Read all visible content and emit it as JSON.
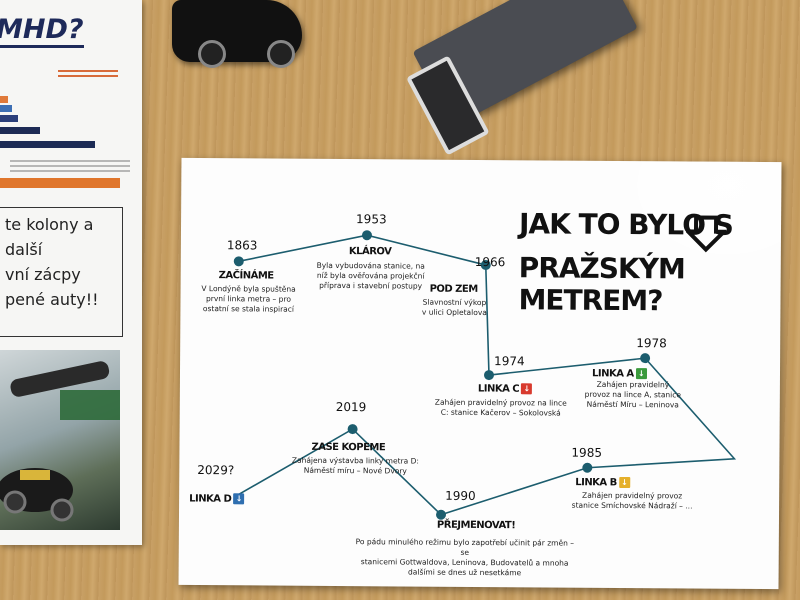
{
  "left_poster": {
    "title": "MHD?",
    "box_lines": [
      "te kolony a další",
      "vní zácpy",
      "pené auty!!"
    ]
  },
  "poster": {
    "title_line1": "JAK TO BYLO S",
    "title_line2": "PRAŽSKÝM METREM?",
    "milestones": [
      {
        "year": "1863",
        "heading": "ZAČÍNÁME",
        "text": "V Londýně byla spuštěna\nprvní linka metra – pro\nostatní se stala inspirací"
      },
      {
        "year": "1953",
        "heading": "KLÁROV",
        "text": "Byla vybudována stanice, na\nníž byla ověřována projekční\npříprava i stavební postupy"
      },
      {
        "year": "1966",
        "heading": "POD ZEM",
        "text": "Slavnostní výkop\nv ulici Opletalova"
      },
      {
        "year": "1974",
        "heading": "LINKA C",
        "text": "Zahájen pravidelný provoz na lince\nC: stanice Kačerov – Sokolovská"
      },
      {
        "year": "1978",
        "heading": "LINKA A",
        "text": "Zahájen pravidelný\nprovoz na lince A, stanice\nNáměstí Míru – Leninova"
      },
      {
        "year": "1985",
        "heading": "LINKA B",
        "text": "Zahájen pravidelný provoz\nstanice Smíchovské Nádraží – ..."
      },
      {
        "year": "1990",
        "heading": "PŘEJMENOVAT!",
        "text": "Po pádu minulého režimu bylo zapotřebí učinit pár změn – se\nstanicemi Gottwaldova, Leninova, Budovatelů a mnoha\ndalšími se dnes už nesetkáme"
      },
      {
        "year": "2019",
        "heading": "ZASE KOPEME",
        "text": "Zahájena výstavba linky metra D:\nNáměstí míru – Nové Dvory"
      },
      {
        "year": "2029?",
        "heading": "LINKA D",
        "text": ""
      }
    ],
    "badges": {
      "C": "#d83a2e",
      "A": "#3a9a3c",
      "B": "#e5b02b",
      "D": "#2f6fb0"
    },
    "line_color": "#1c5d6e"
  }
}
